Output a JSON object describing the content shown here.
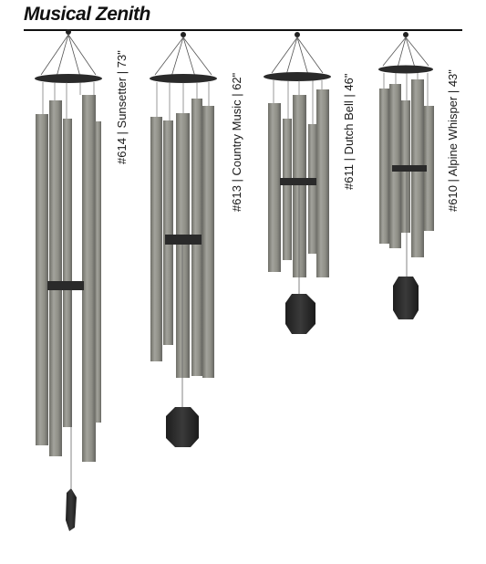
{
  "title": "Musical Zenith",
  "colors": {
    "tube": "#8e8e86",
    "tube_highlight": "#a9a9a2",
    "tube_shadow": "#6f6f68",
    "hardware": "#2a2a2a",
    "line": "#111111"
  },
  "products": [
    {
      "label": "#614 | Sunsetter | 73\""
    },
    {
      "label": "#613 | Country Music | 62\""
    },
    {
      "label": "#611 | Dutch Bell | 46\""
    },
    {
      "label": "#610 | Alpine Whisper | 43\""
    }
  ]
}
